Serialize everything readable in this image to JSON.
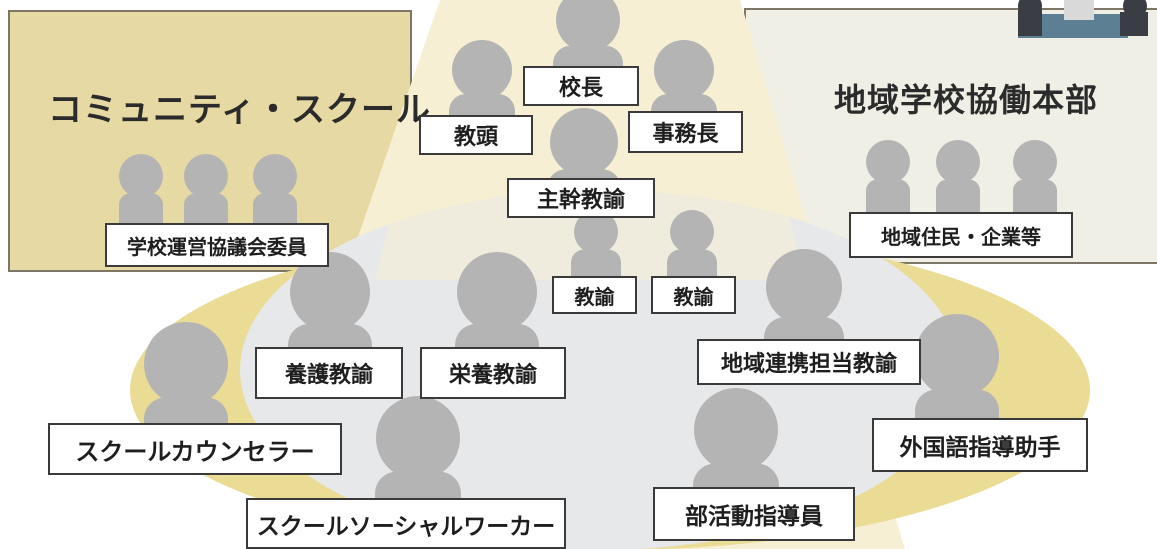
{
  "panels": {
    "community_school": {
      "title": "コミュニティ・スクール"
    },
    "regional_headquarters": {
      "title": "地域学校協働本部"
    }
  },
  "labels": {
    "principal": "校長",
    "vice_principal": "教頭",
    "office_manager": "事務長",
    "senior_teacher": "主幹教諭",
    "teacher_a": "教諭",
    "teacher_b": "教諭",
    "council_members": "学校運営協議会委員",
    "residents_companies": "地域住民・企業等",
    "nurse_teacher": "養護教諭",
    "nutrition_teacher": "栄養教諭",
    "liaison_teacher": "地域連携担当教諭",
    "school_counselor": "スクールカウンセラー",
    "foreign_language_assistant": "外国語指導助手",
    "social_worker": "スクールソーシャルワーカー",
    "club_instructor": "部活動指導員"
  },
  "colors": {
    "community_panel": "#e7d9a4",
    "regional_panel": "#f0efe6",
    "spotlight": "#f6efd3",
    "ellipse_outer": "#eadb95",
    "ellipse_inner": "#e7e8ea",
    "figure": "#b4b4b4"
  }
}
